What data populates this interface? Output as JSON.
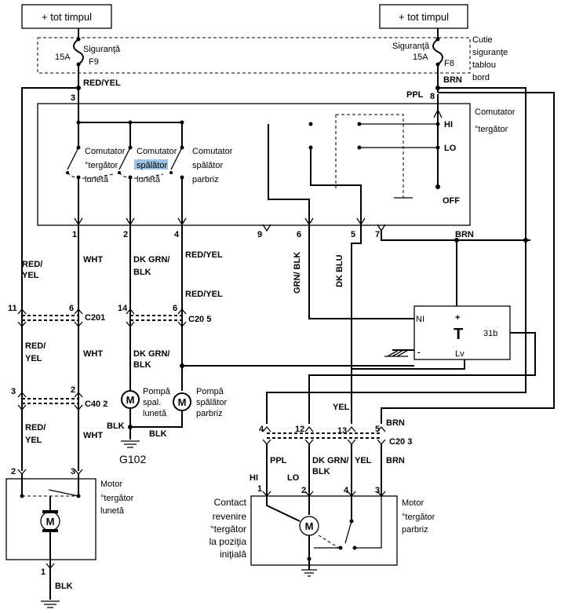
{
  "power": {
    "left": "+ tot timpul",
    "right": "+ tot timpul"
  },
  "fuses": {
    "f9": {
      "word": "Siguranţă",
      "rating": "15A",
      "id": "F9"
    },
    "f8": {
      "word": "Siguranţă",
      "rating": "15A",
      "id": "F8"
    },
    "box_label_1": "Cutie",
    "box_label_2": "siguranţe",
    "box_label_3": "tablou",
    "box_label_4": "bord"
  },
  "wires": {
    "red_yel": "RED/YEL",
    "brn": "BRN",
    "ppl": "PPL",
    "red_": "RED/",
    "yel": "YEL",
    "wht": "WHT",
    "dk_grn_": "DK GRN/",
    "blk": "BLK",
    "grn_blk": "GRN/ BLK",
    "dk_blu": "DK BLU",
    "dk_grn_blk": "DK GRN/",
    "blk2": "BLK",
    "yel2": "YEL"
  },
  "switch": {
    "title_1": "Comutator",
    "title_2": "°tergător",
    "sub1_a": "Comutator",
    "sub1_b": "°tergător",
    "sub1_c": "lunetă",
    "sub2_a": "Comutator",
    "sub2_b": "spălător",
    "sub2_c": "lunetă",
    "sub3_a": "Comutator",
    "sub3_b": "spălător",
    "sub3_c": "parbriz",
    "hi": "HI",
    "lo": "LO",
    "off": "OFF",
    "pins": [
      "1",
      "2",
      "4",
      "9",
      "6",
      "5",
      "7",
      "3",
      "8"
    ]
  },
  "relay": {
    "ni": "NI",
    "plus": "+",
    "t": "T",
    "code": "31b",
    "minus": "-",
    "lv": "Lv"
  },
  "connectors": {
    "c201": "C201",
    "c201_l": "11",
    "c201_r": "6",
    "c205": "C20 5",
    "c205_l": "14",
    "c205_r": "6",
    "c402": "C40 2",
    "c402_l": "3",
    "c402_r": "2",
    "c203": "C20 3",
    "c203_p": [
      "4",
      "12",
      "13",
      "5"
    ]
  },
  "pumps": {
    "rear_1": "Pompă",
    "rear_2": "spal.",
    "rear_3": "lunetă",
    "front_1": "Pompă",
    "front_2": "spălător",
    "front_3": "parbriz",
    "motor_symbol": "M"
  },
  "ground": {
    "g102": "G102"
  },
  "rear_motor": {
    "label_1": "Motor",
    "label_2": "°tergător",
    "label_3": "lunetă",
    "pin_l": "2",
    "pin_r": "3",
    "pin_gnd": "1"
  },
  "front_motor": {
    "label_1": "Motor",
    "label_2": "°tergător",
    "label_3": "parbriz",
    "hi": "HI",
    "lo": "LO",
    "pins": [
      "1",
      "2",
      "4",
      "3"
    ],
    "contact_1": "Contact",
    "contact_2": "revenire",
    "contact_3": "°tergător",
    "contact_4": "la poziţia",
    "contact_5": "iniţială"
  }
}
